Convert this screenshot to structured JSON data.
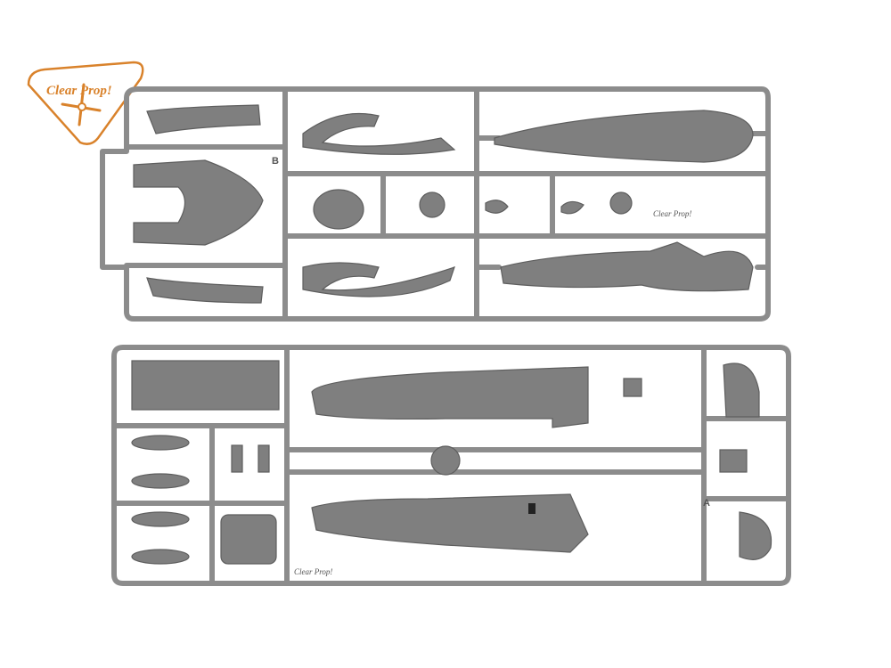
{
  "logo": {
    "text": "Clear Prop!",
    "color": "#d9822b"
  },
  "sprues": [
    {
      "letter": "B",
      "molded_text": "Clear Prop!"
    },
    {
      "letter": "A",
      "molded_text": "Clear Prop!"
    }
  ],
  "colors": {
    "plastic": "#7f7f7f",
    "runner": "#8c8c8c",
    "background": "#ffffff"
  }
}
